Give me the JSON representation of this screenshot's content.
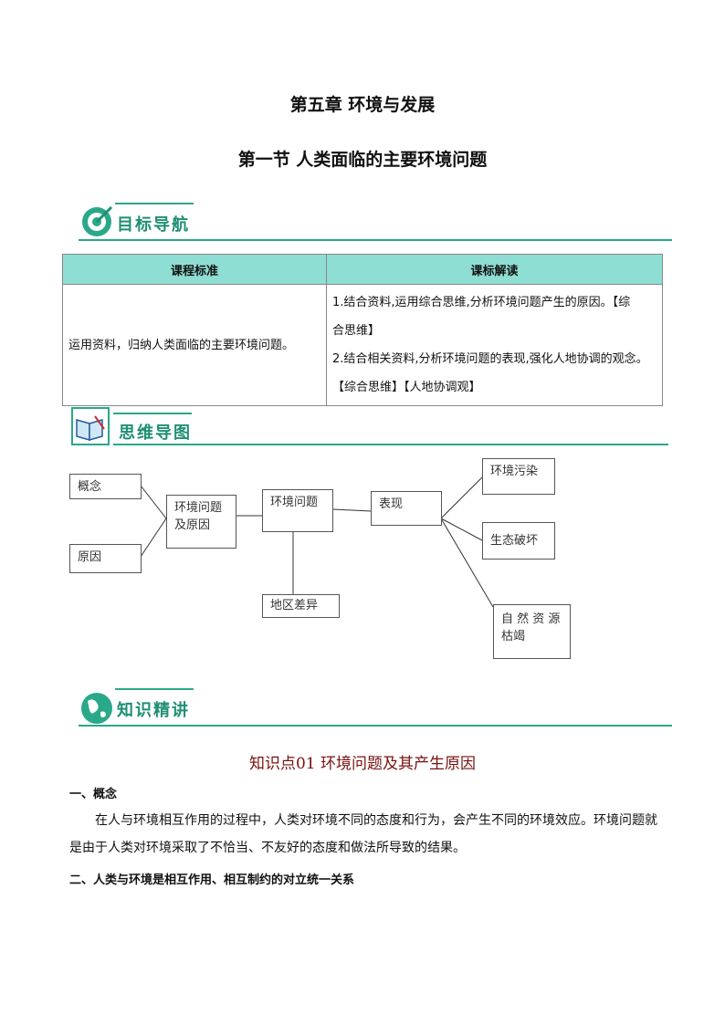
{
  "chapter_title": "第五章  环境与发展",
  "section_title": "第一节  人类面临的主要环境问题",
  "banner_goals": "目标导航",
  "banner_mindmap": "思维导图",
  "banner_knowledge": "知识精讲",
  "standards_table": {
    "headers": [
      "课程标准",
      "课标解读"
    ],
    "left_cell": "运用资料，归纳人类面临的主要环境问题。",
    "right_lines": [
      "1.结合资料,运用综合思维,分析环境问题产生的原因。【综",
      "合思维】",
      "2.结合相关资料,分析环境问题的表现,强化人地协调的观念。",
      "【综合思维】【人地协调观】"
    ]
  },
  "mindmap": {
    "concept": "概念",
    "cause": "原因",
    "problem_cause_l1": "环境问题",
    "problem_cause_l2": "及原因",
    "env_problem": "环境问题",
    "regional_diff": "地区差异",
    "manifestation": "表现",
    "pollution": "环境污染",
    "eco_damage": "生态破坏",
    "resource_l1": "自 然 资 源",
    "resource_l2": "枯竭"
  },
  "knowledge_point_title": "知识点01    环境问题及其产生原因",
  "heading_1": "一、概念",
  "paragraph_1": "在人与环境相互作用的过程中，人类对环境不同的态度和行为，会产生不同的环境效应。环境问题就是由于人类对环境采取了不恰当、不友好的态度和做法所导致的结果。",
  "heading_2": "二、人类与环境是相互作用、相互制约的对立统一关系",
  "colors": {
    "accent": "#2aa88a",
    "table_header": "#8fded3",
    "kp_title": "#7a1010"
  }
}
